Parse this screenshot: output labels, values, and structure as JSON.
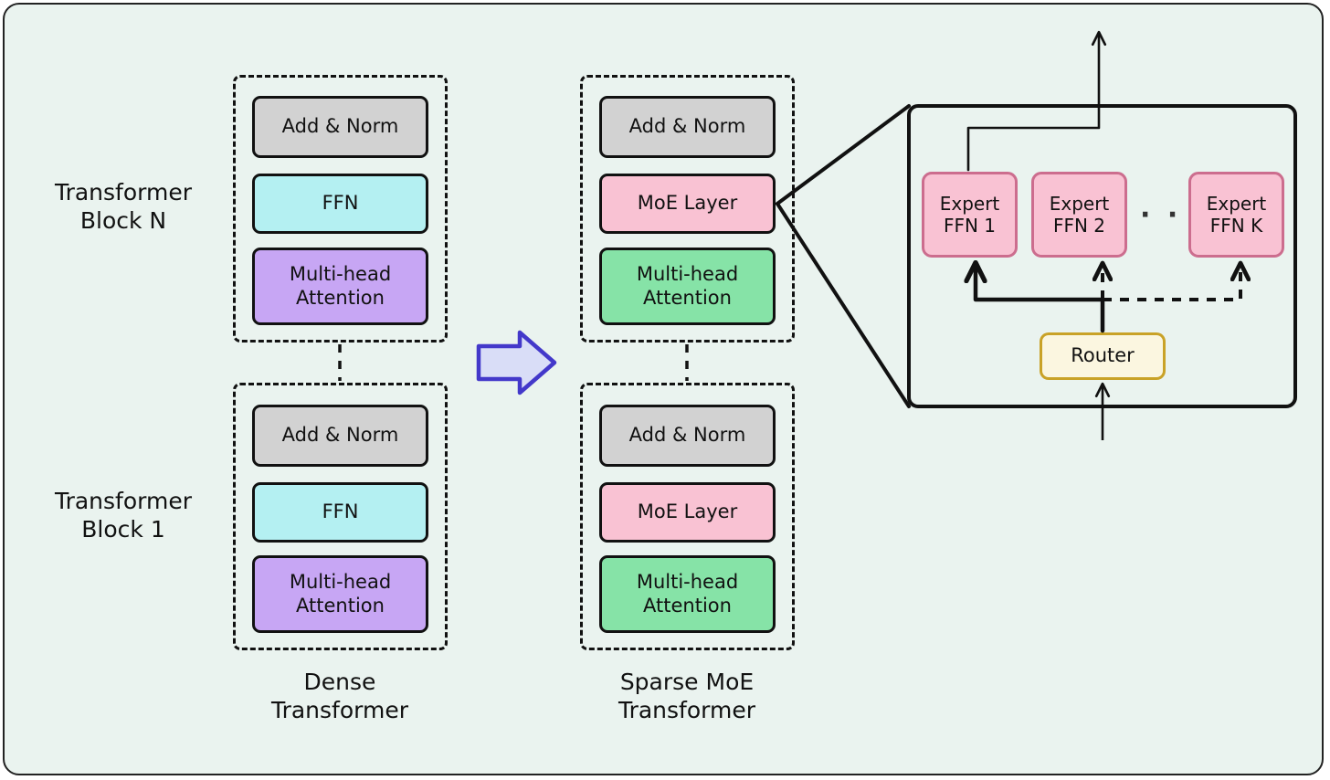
{
  "figure": {
    "background_color": "#eaf3ef",
    "border_color": "#222222"
  },
  "row_labels": [
    {
      "line1": "Transformer",
      "line2": "Block N"
    },
    {
      "line1": "Transformer",
      "line2": "Block 1"
    }
  ],
  "column_labels": [
    {
      "line1": "Dense",
      "line2": "Transformer"
    },
    {
      "line1": "Sparse MoE",
      "line2": "Transformer"
    }
  ],
  "transition_arrow": {
    "name": "right-block-arrow",
    "fill": "#d9ddf7",
    "stroke": "#4338ca"
  },
  "dense": {
    "block_n": [
      {
        "label": "Add & Norm",
        "color": "#d2d2d2"
      },
      {
        "label": "FFN",
        "color": "#b4f0f2"
      },
      {
        "label_line1": "Multi-head",
        "label_line2": "Attention",
        "color": "#c7a6f4"
      }
    ],
    "block_1": [
      {
        "label": "Add & Norm",
        "color": "#d2d2d2"
      },
      {
        "label": "FFN",
        "color": "#b4f0f2"
      },
      {
        "label_line1": "Multi-head",
        "label_line2": "Attention",
        "color": "#c7a6f4"
      }
    ]
  },
  "sparse": {
    "block_n": [
      {
        "label": "Add & Norm",
        "color": "#d2d2d2"
      },
      {
        "label": "MoE Layer",
        "color": "#f9c2d3"
      },
      {
        "label_line1": "Multi-head",
        "label_line2": "Attention",
        "color": "#86e3a7"
      }
    ],
    "block_1": [
      {
        "label": "Add & Norm",
        "color": "#d2d2d2"
      },
      {
        "label": "MoE Layer",
        "color": "#f9c2d3"
      },
      {
        "label_line1": "Multi-head",
        "label_line2": "Attention",
        "color": "#86e3a7"
      }
    ]
  },
  "moe_detail": {
    "experts": [
      {
        "line1": "Expert",
        "line2": "FFN 1",
        "routed": true
      },
      {
        "line1": "Expert",
        "line2": "FFN 2",
        "routed": false
      },
      {
        "line1": "Expert",
        "line2": "FFN K",
        "routed": false
      }
    ],
    "ellipsis": "· · ·",
    "router": {
      "label": "Router",
      "fill": "#fbf6e0",
      "stroke": "#c9a227"
    },
    "expert_fill": "#f9c2d3",
    "expert_stroke": "#cc6d8e"
  }
}
